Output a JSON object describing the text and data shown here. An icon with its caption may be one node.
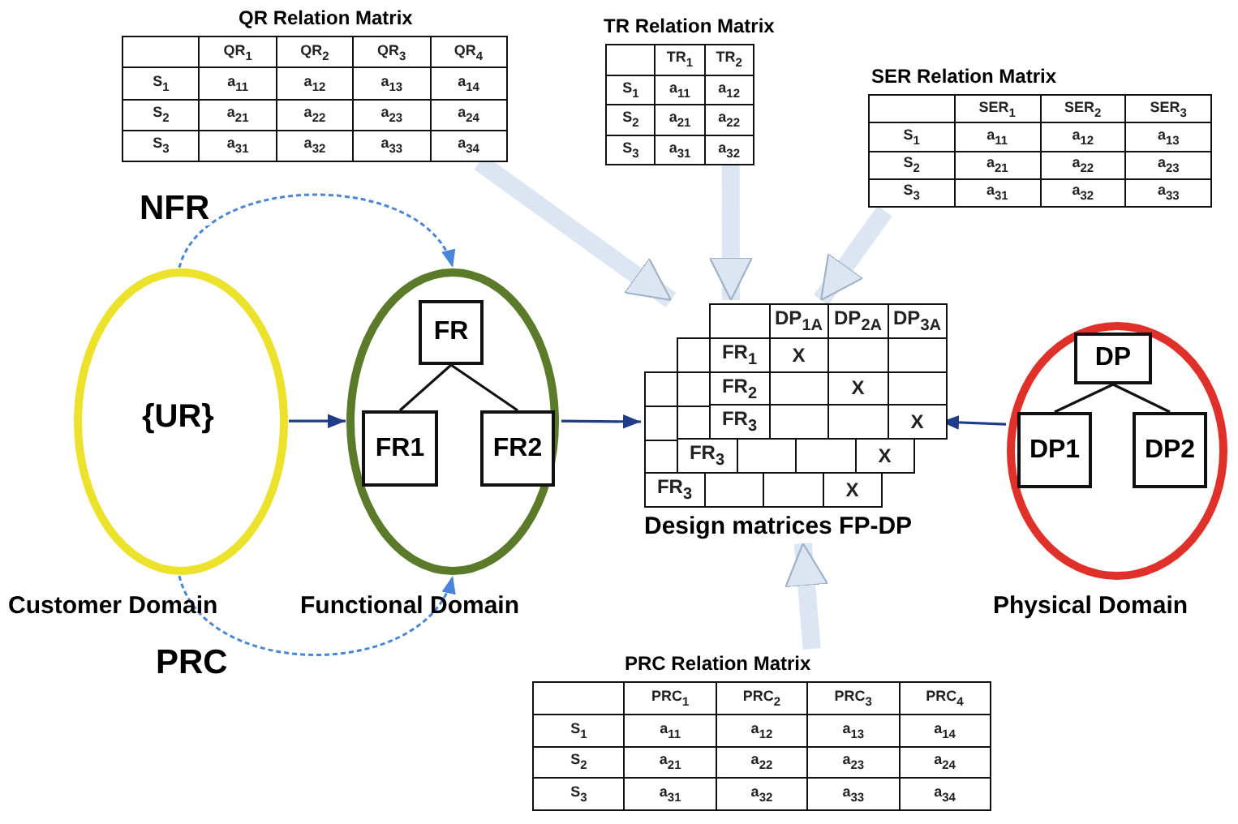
{
  "diagram": {
    "nodes": [
      {
        "text": [
          "{UR}",
          "Customer Domain"
        ]
      },
      {
        "text": [
          "Functional Domain"
        ]
      },
      {
        "text": [
          "FR"
        ],
        "in": 1
      },
      {
        "text": [
          "FR1"
        ],
        "in": 1
      },
      {
        "text": [
          "FR2"
        ],
        "in": 1
      },
      {
        "text": [
          "Physical Domain"
        ]
      },
      {
        "text": [
          "DP"
        ],
        "in": 5
      },
      {
        "text": [
          "DP1"
        ],
        "in": 5
      },
      {
        "text": [
          "DP2"
        ],
        "in": 5
      },
      {
        "text": [
          "QR Relation Matrix",
          "QR$_{1}$",
          "QR$_{2}$",
          "QR$_{3}$",
          "QR$_{4}$",
          "S$_{1}$",
          "a$_{11}$",
          "a$_{12}$",
          "a$_{13}$",
          "a$_{14}$",
          "S$_{2}$",
          "a$_{21}$",
          "a$_{22}$",
          "a$_{23}$",
          "a$_{24}$",
          "S$_{3}$",
          "a$_{31}$",
          "a$_{32}$",
          "a$_{33}$",
          "a$_{34}$"
        ]
      },
      {
        "text": [
          "TR Relation Matrix",
          "TR$_{1}$",
          "TR$_{2}$",
          "S$_{1}$",
          "a$_{11}$",
          "a$_{12}$",
          "S$_{2}$",
          "a$_{21}$",
          "a$_{22}$",
          "S$_{3}$",
          "a$_{31}$",
          "a$_{32}$"
        ]
      },
      {
        "text": [
          "SER Relation Matrix",
          "SER$_{1}$",
          "SER$_{2}$",
          "SER$_{3}$",
          "S$_{1}$",
          "a$_{11}$",
          "a$_{12}$",
          "a$_{13}$",
          "S$_{2}$",
          "a$_{21}$",
          "a$_{22}$",
          "a$_{23}$",
          "S$_{3}$",
          "a$_{31}$",
          "a$_{32}$",
          "a$_{33}$"
        ]
      },
      {
        "text": [
          "DP$_{1A}$",
          "DP$_{2A}$",
          "DP$_{3A}$",
          "FR$_{1}$",
          "X",
          "FR$_{2}$",
          "X",
          "FR$_{3}$",
          "X",
          "FR$_{3}$",
          "X",
          "FR$_{3}$",
          "X",
          "Design matrices FP-DP"
        ]
      },
      {
        "text": [
          "PRC Relation Matrix",
          "PRC$_{1}$",
          "PRC$_{2}$",
          "PRC$_{3}$",
          "PRC$_{4}$",
          "S$_{1}$",
          "a$_{11}$",
          "a$_{12}$",
          "a$_{13}$",
          "a$_{14}$",
          "S$_{2}$",
          "a$_{21}$",
          "a$_{22}$",
          "a$_{23}$",
          "a$_{24}$",
          "S$_{3}$",
          "a$_{31}$",
          "a$_{32}$",
          "a$_{33}$",
          "a$_{34}$"
        ]
      }
    ],
    "edges": [
      {
        "from": 0,
        "to": 1,
        "arrow": "to",
        "color": "#1f3c88"
      },
      {
        "from": 0,
        "to": 1,
        "arrow": "to",
        "label": "NFR",
        "style": "dashed",
        "color": "#4a86d8"
      },
      {
        "from": 0,
        "to": 1,
        "arrow": "to",
        "label": "PRC",
        "style": "dashed",
        "color": "#4a86d8"
      },
      {
        "from": 2,
        "to": 3,
        "arrow": "none"
      },
      {
        "from": 2,
        "to": 4,
        "arrow": "none"
      },
      {
        "from": 6,
        "to": 7,
        "arrow": "none"
      },
      {
        "from": 6,
        "to": 8,
        "arrow": "none"
      },
      {
        "from": 1,
        "to": 12,
        "arrow": "to",
        "color": "#1f3c88"
      },
      {
        "from": 5,
        "to": 12,
        "arrow": "to",
        "color": "#1f3c88"
      },
      {
        "from": 9,
        "to": 12,
        "arrow": "to",
        "style": "thick",
        "color": "#dce6f2"
      },
      {
        "from": 10,
        "to": 12,
        "arrow": "to",
        "style": "thick",
        "color": "#dce6f2"
      },
      {
        "from": 11,
        "to": 12,
        "arrow": "to",
        "style": "thick",
        "color": "#dce6f2"
      },
      {
        "from": 13,
        "to": 12,
        "arrow": "to",
        "style": "thick",
        "color": "#dce6f2"
      }
    ]
  }
}
